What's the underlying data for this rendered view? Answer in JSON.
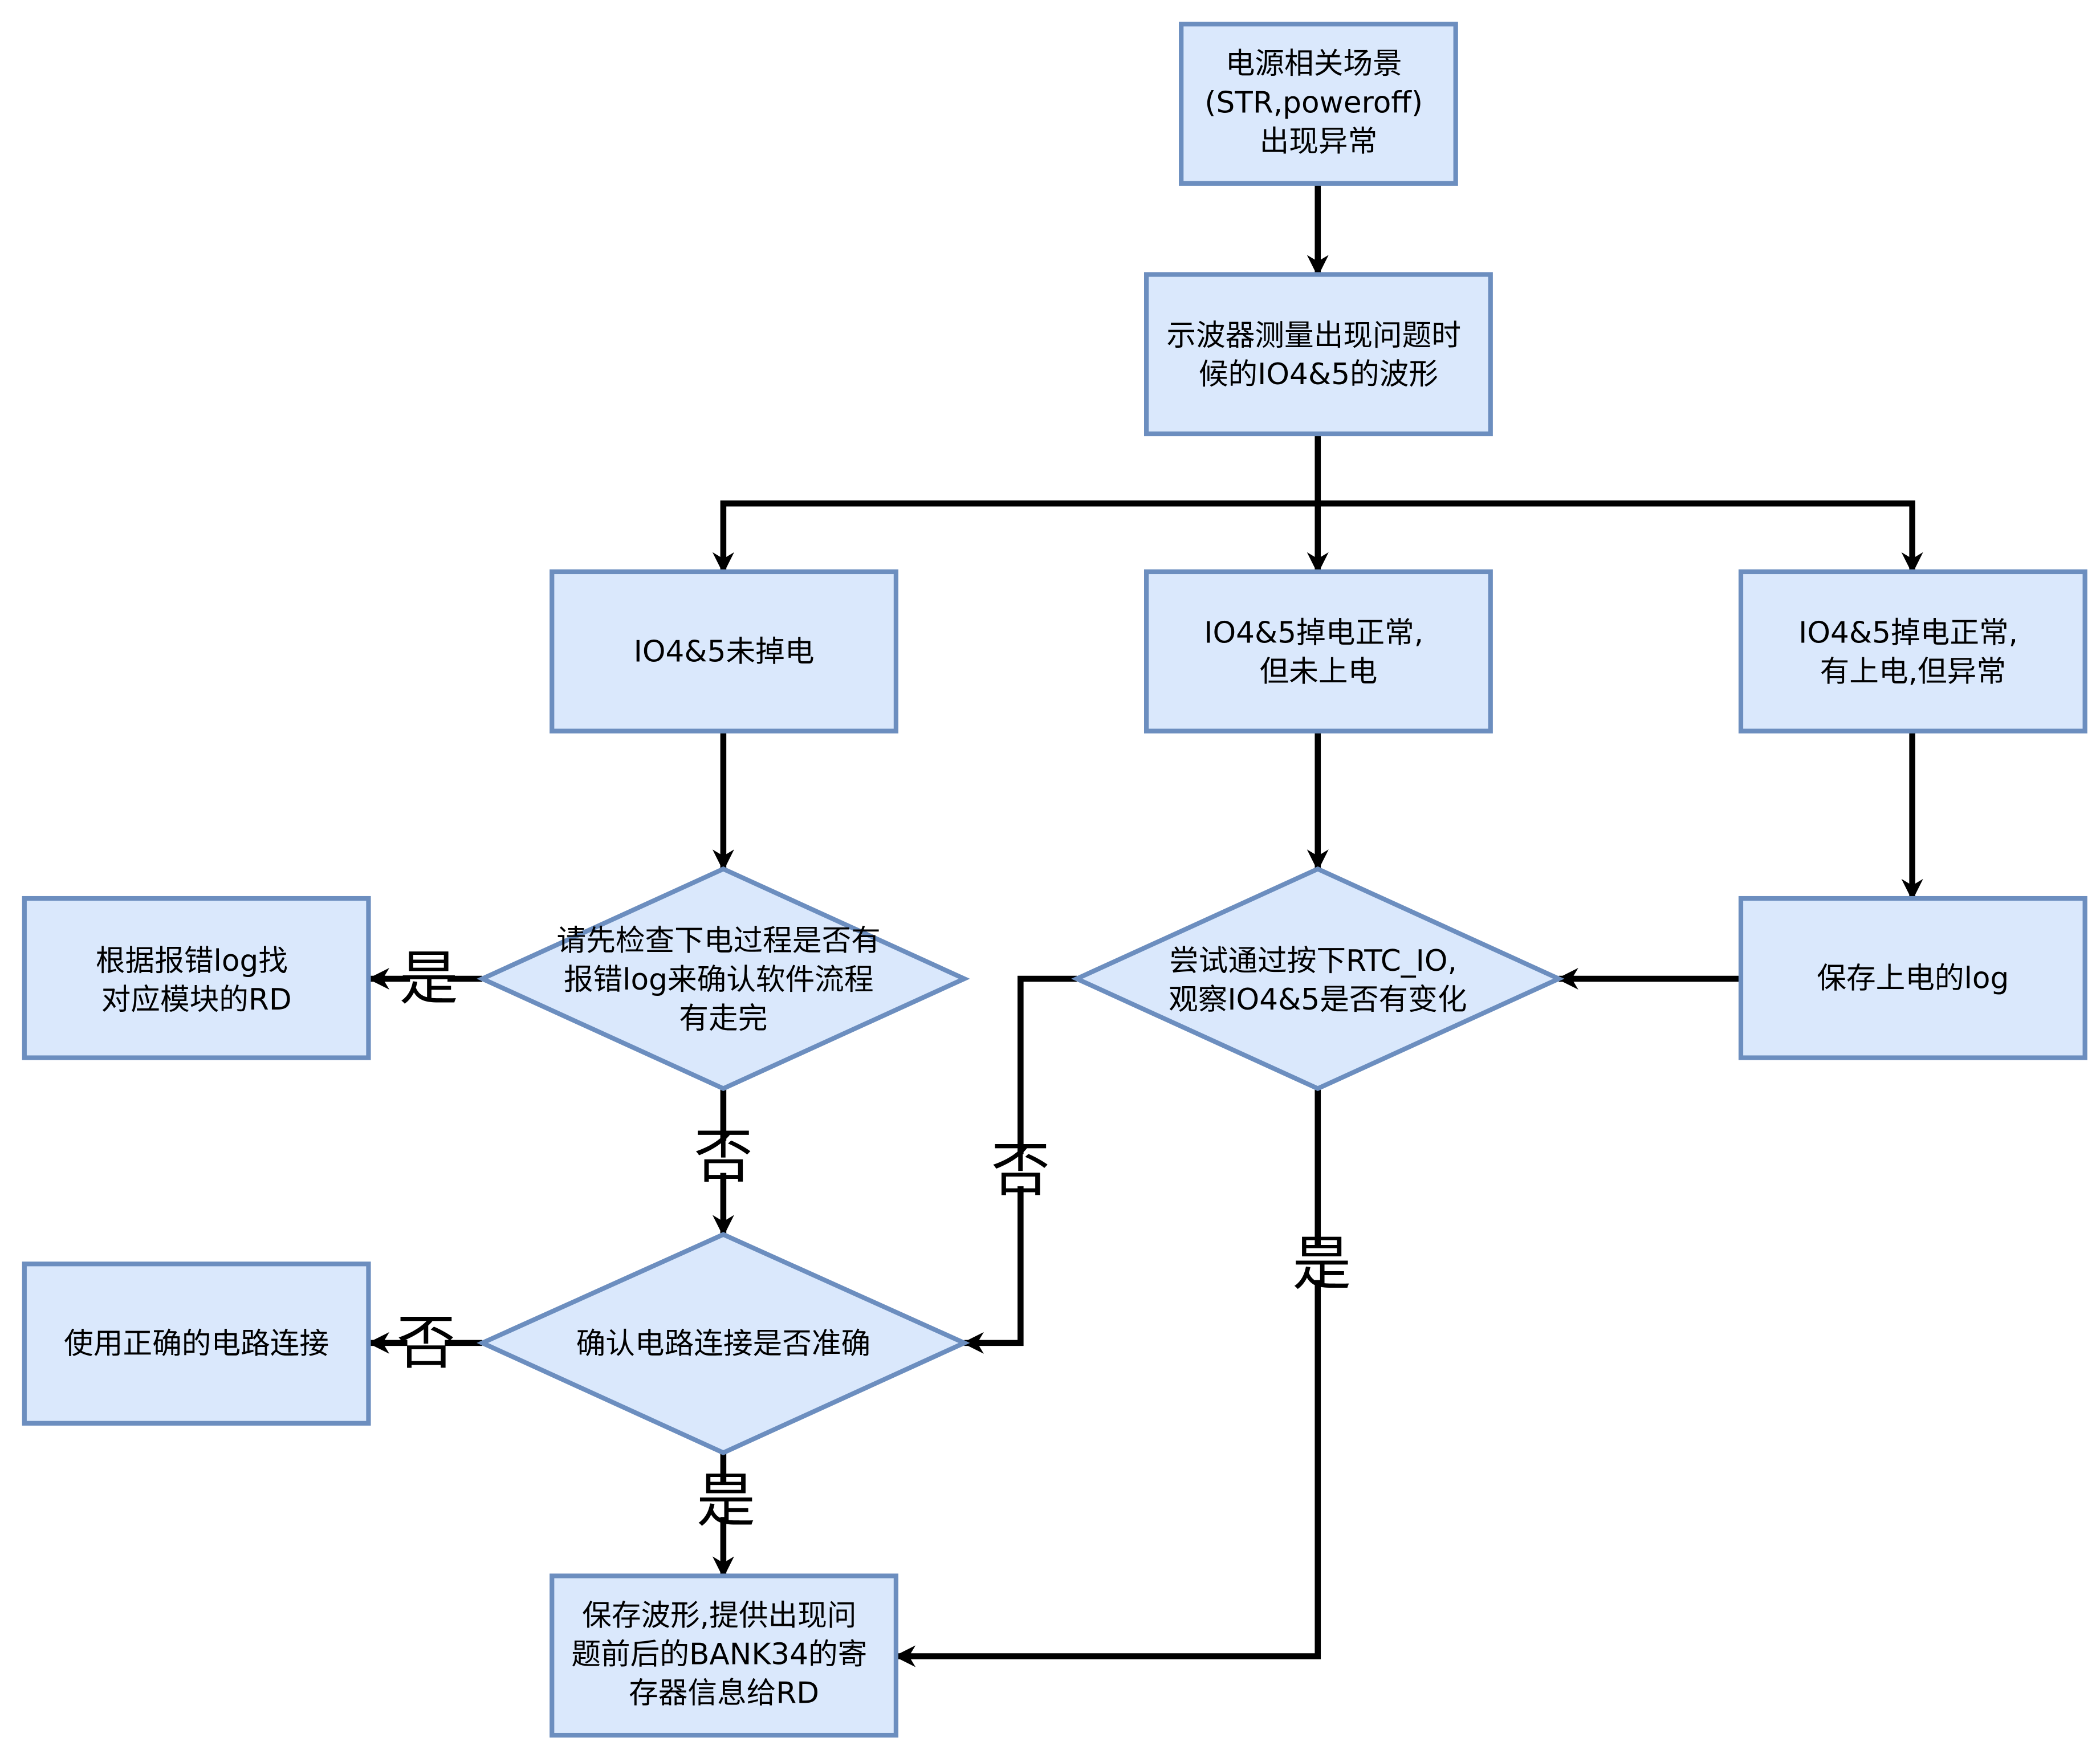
{
  "colors": {
    "fill": "#dae8fc",
    "stroke": "#6c8ebf",
    "line": "#000000",
    "text": "#000000"
  },
  "nodes": {
    "start": [
      "电源相关场景",
      "(STR,poweroff)",
      "出现异常"
    ],
    "measure": [
      "示波器测量出现问题时",
      "候的IO4&5的波形"
    ],
    "no_power_down": [
      "IO4&5未掉电"
    ],
    "down_not_up": [
      "IO4&5掉电正常,",
      "但未上电"
    ],
    "up_abnormal": [
      "IO4&5掉电正常,",
      "有上电,但异常"
    ],
    "check_log": [
      "请先检查下电过程是否有",
      "报错log来确认软件流程",
      "有走完"
    ],
    "find_rd": [
      "根据报错log找",
      "对应模块的RD"
    ],
    "try_rtc": [
      "尝试通过按下RTC_IO,",
      "观察IO4&5是否有变化"
    ],
    "save_log": [
      "保存上电的log"
    ],
    "check_circuit": [
      "确认电路连接是否准确"
    ],
    "use_correct": [
      "使用正确的电路连接"
    ],
    "save_wave": [
      "保存波形,提供出现问",
      "题前后的BANK34的寄",
      "存器信息给RD"
    ]
  },
  "edge_labels": {
    "check_log_yes": "是",
    "check_log_no": "否",
    "rtc_no": "否",
    "rtc_yes": "是",
    "circuit_no": "否",
    "circuit_yes": "是"
  }
}
